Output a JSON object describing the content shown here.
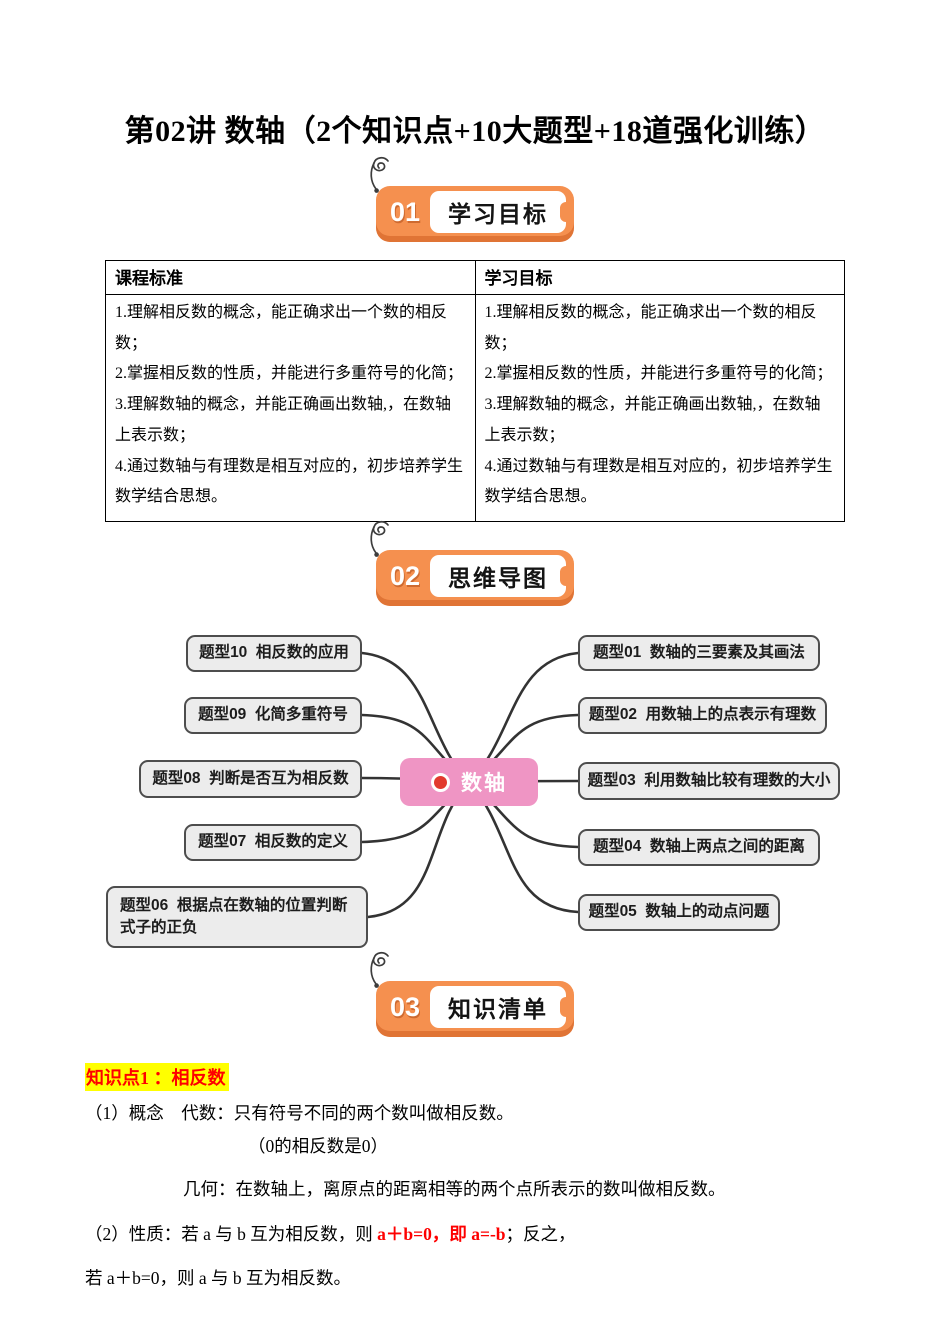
{
  "title": "第02讲 数轴（2个知识点+10大题型+18道强化训练）",
  "badges": [
    {
      "number": "01",
      "label": "学习目标"
    },
    {
      "number": "02",
      "label": "思维导图"
    },
    {
      "number": "03",
      "label": "知识清单"
    }
  ],
  "table": {
    "columns": [
      {
        "header": "课程标准",
        "items": [
          "1.理解相反数的概念，能正确求出一个数的相反数；",
          "2.掌握相反数的性质，并能进行多重符号的化简；",
          "3.理解数轴的概念，并能正确画出数轴,，在数轴上表示数；",
          "4.通过数轴与有理数是相互对应的，初步培养学生数学结合思想。"
        ]
      },
      {
        "header": "学习目标",
        "items": [
          "1.理解相反数的概念，能正确求出一个数的相反数；",
          "2.掌握相反数的性质，并能进行多重符号的化简；",
          "3.理解数轴的概念，并能正确画出数轴,，在数轴上表示数；",
          "4.通过数轴与有理数是相互对应的，初步培养学生数学结合思想。"
        ]
      }
    ]
  },
  "mindmap": {
    "center_label": "数轴",
    "left_nodes": [
      {
        "label": "题型10  相反数的应用"
      },
      {
        "label": "题型09  化简多重符号"
      },
      {
        "label": "题型08  判断是否互为相反数"
      },
      {
        "label": "题型07  相反数的定义"
      },
      {
        "label": "题型06  根据点在数轴的位置判断式子的正负"
      }
    ],
    "right_nodes": [
      {
        "label": "题型01  数轴的三要素及其画法"
      },
      {
        "label": "题型02  用数轴上的点表示有理数"
      },
      {
        "label": "题型03  利用数轴比较有理数的大小"
      },
      {
        "label": "题型04  数轴上两点之间的距离"
      },
      {
        "label": "题型05  数轴上的动点问题"
      }
    ]
  },
  "knowledge": {
    "heading": "知识点1 ：相反数",
    "concept_line": "（1）概念　代数：只有符号不同的两个数叫做相反数。",
    "concept_note": "（0的相反数是0）",
    "geometry_line": "几何：在数轴上，离原点的距离相等的两个点所表示的数叫做相反数。",
    "property_black1": "（2）性质：若 a 与 b 互为相反数，则 ",
    "property_red": "a＋b=0，即 a=-b",
    "property_black2": "；反之，",
    "property_line2": "若 a＋b=0，则 a 与 b 互为相反数。"
  },
  "colors": {
    "badge_orange": "#F5904F",
    "badge_orange_dark": "#E06A32",
    "mindmap_pink": "#EF95C4",
    "mindmap_node_gray": "#ECECEC",
    "highlight_yellow": "#FFFF00",
    "emphasis_red": "#FE0000"
  }
}
